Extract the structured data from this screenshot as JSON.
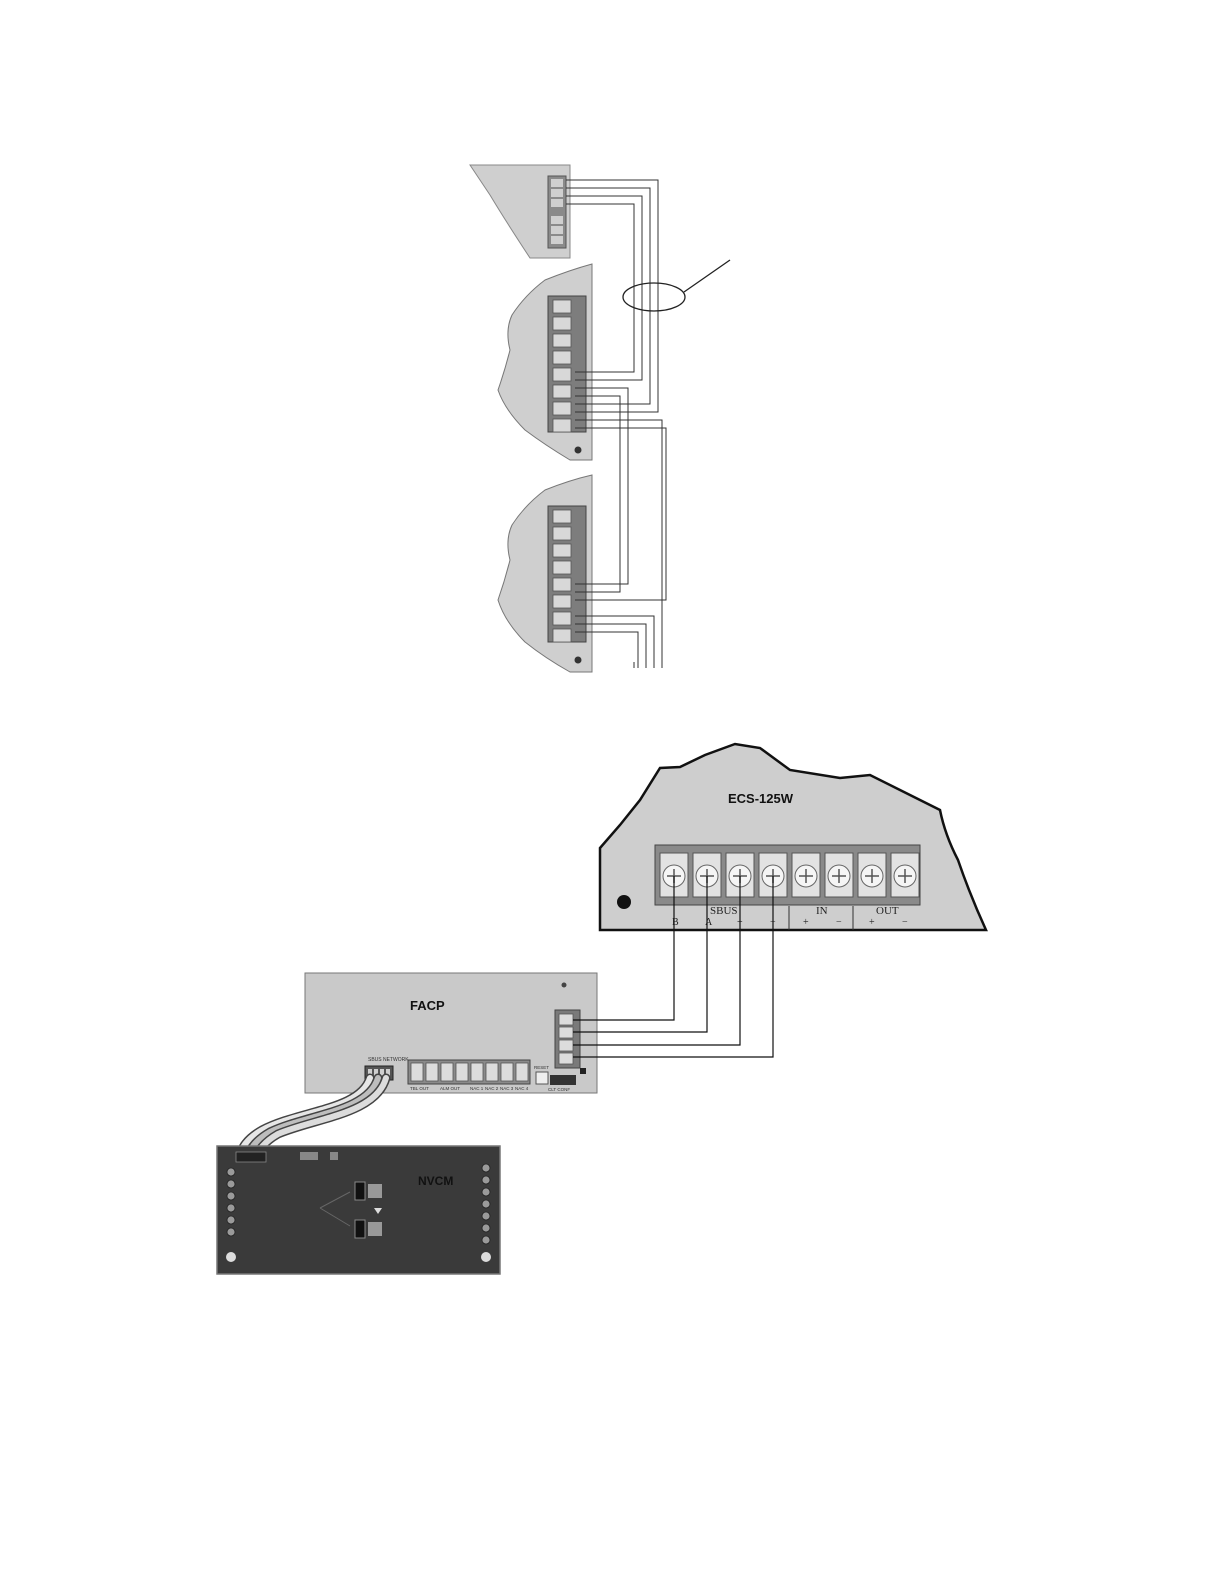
{
  "figure_upper": {
    "description_free": true
  },
  "figure_lower": {
    "ecs_panel": {
      "title": "ECS-125W",
      "terminal_count": 8,
      "group_labels": {
        "sbus": "SBUS",
        "in": "IN",
        "out": "OUT"
      },
      "terminal_labels": [
        "B",
        "A",
        "+",
        "−",
        "+",
        "−",
        "+",
        "−"
      ]
    },
    "facp_panel": {
      "title": "FACP",
      "connector_label": "SBUS NETWORK",
      "bottom_labels": [
        "TBL OUT",
        "ALM OUT",
        "NAC 1",
        "NAC 2",
        "NAC 3",
        "NAC 4",
        "CLT CONF"
      ],
      "reset_label": "RESET"
    },
    "nvcm_panel": {
      "title": "NVCM"
    }
  }
}
